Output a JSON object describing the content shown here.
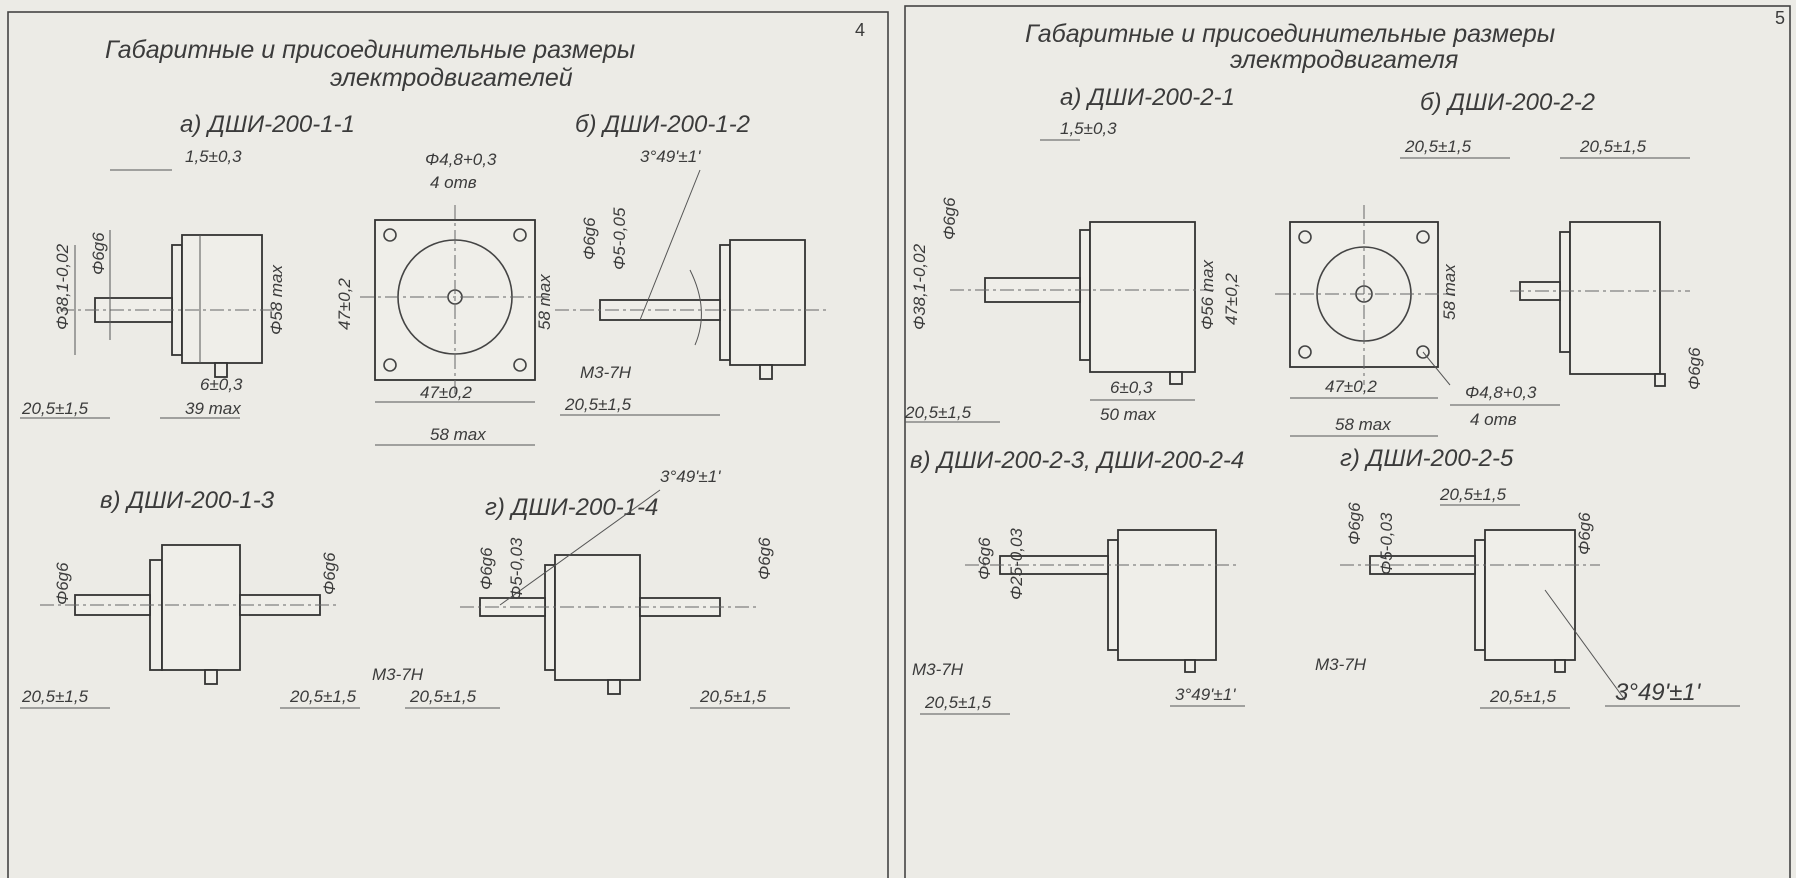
{
  "left_page": {
    "page_number": "4",
    "title_line1": "Габаритные и присоединительные размеры",
    "title_line2": "электродвигателей",
    "fig_a": {
      "label": "а) ДШИ-200-1-1",
      "dims": [
        "1,5±0,3",
        "Φ6g6",
        "Φ38,1-0,02",
        "Φ58 max",
        "6±0,3",
        "39 max",
        "20,5±1,5"
      ]
    },
    "fig_b": {
      "label": "б) ДШИ-200-1-2",
      "dims": [
        "Φ4,8+0,3",
        "4 отв",
        "47±0,2",
        "58 max",
        "47±0,2",
        "58 max",
        "3°49'±1'",
        "Φ6g6",
        "Φ5-0,05",
        "M3-7H",
        "20,5±1,5"
      ]
    },
    "fig_v": {
      "label": "в) ДШИ-200-1-3",
      "dims": [
        "Φ6g6",
        "Φ6g6",
        "20,5±1,5",
        "20,5±1,5"
      ]
    },
    "fig_g": {
      "label": "г) ДШИ-200-1-4",
      "dims": [
        "3°49'±1'",
        "Φ6g6",
        "Φ5-0,03",
        "Φ6g6",
        "M3-7H",
        "20,5±1,5",
        "20,5±1,5"
      ]
    }
  },
  "right_page": {
    "page_number": "5",
    "title_line1": "Габаритные и присоединительные размеры",
    "title_line2": "электродвигателя",
    "fig_a": {
      "label": "а) ДШИ-200-2-1",
      "dims": [
        "1,5±0,3",
        "Φ6g6",
        "Φ38,1-0,02",
        "Φ56 max",
        "47±0,2",
        "6±0,3",
        "50 max",
        "20,5±1,5",
        "58 max",
        "47±0,2",
        "58 max",
        "Φ4,8+0,3",
        "4 отв"
      ]
    },
    "fig_b": {
      "label": "б) ДШИ-200-2-2",
      "dims": [
        "20,5±1,5",
        "20,5±1,5",
        "Φ6g6"
      ]
    },
    "fig_v": {
      "label": "в) ДШИ-200-2-3, ДШИ-200-2-4",
      "dims": [
        "Φ6g6",
        "Φ25-0,03",
        "M3-7H",
        "20,5±1,5",
        "3°49'±1'"
      ]
    },
    "fig_g": {
      "label": "г) ДШИ-200-2-5",
      "dims": [
        "20,5±1,5",
        "Φ6g6",
        "Φ5-0,03",
        "Φ6g6",
        "M3-7H",
        "20,5±1,5",
        "3°49'±1'"
      ]
    }
  }
}
